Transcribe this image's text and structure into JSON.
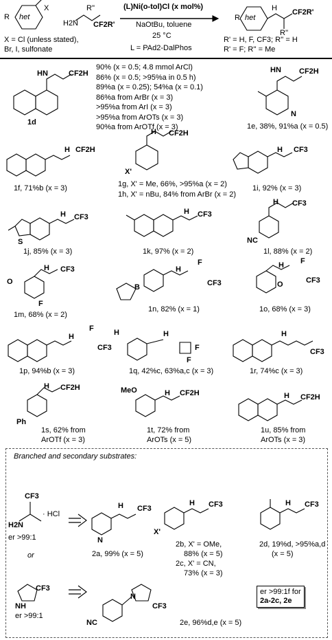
{
  "header": {
    "reagent_top": "(L)Ni(o-tol)Cl (x mol%)",
    "reagent_bottom": "NaOtBu, toluene",
    "temperature": "25 °C",
    "ligand": "L = PAd2-DalPhos",
    "x_note": "X = Cl (unless stated),",
    "x_note2": "Br, I, sulfonate",
    "r_note": "R' = H, F, CF3; R'' = H",
    "r_note2": "R' = F; R'' = Me",
    "sub_label_het": "het",
    "sub_label_x": "X",
    "sub_label_r": "R",
    "amine_r2": "R''",
    "amine_cf2": "CF2R'",
    "amine_h2n": "H2N",
    "prod_cf2": "CF2R'",
    "prod_r2": "R''",
    "prod_hn": "H"
  },
  "compounds": {
    "c1d": {
      "id": "1d",
      "lines": [
        "90% (x = 0.5; 4.8 mmol ArCl)",
        "86% (x = 0.5; >95%a in 0.5 h)",
        "89%a (x = 0.25); 54%a (x = 0.1)",
        "86%a from ArBr (x = 3)",
        ">95%a from ArI (x = 3)",
        ">95%a from ArOTs (x = 3)",
        "90%a from ArOTf (x = 3)"
      ]
    },
    "c1e": "1e, 38%, 91%a (x = 0.5)",
    "c1f": "1f, 71%b (x = 3)",
    "c1g": "1g, X' = Me, 66%, >95%a (x = 2)",
    "c1h": "1h, X' = nBu, 84% from ArBr (x = 2)",
    "c1i": "1i, 92% (x = 3)",
    "c1j": "1j, 85% (x = 3)",
    "c1k": "1k, 97% (x = 2)",
    "c1l": "1l, 88% (x = 2)",
    "c1m": "1m, 68% (x = 2)",
    "c1n": "1n, 82% (x = 1)",
    "c1o": "1o, 68% (x = 3)",
    "c1p": "1p, 94%b (x = 3)",
    "c1q": "1q, 42%c, 63%a,c (x = 3)",
    "c1r": "1r, 74%c (x = 3)",
    "c1s": [
      "1s, 62% from",
      "ArOTf (x = 3)"
    ],
    "c1t": [
      "1t, 72% from",
      "ArOTs (x = 5)"
    ],
    "c1u": [
      "1u, 85% from",
      "ArOTs (x = 3)"
    ],
    "branched_title": "Branched and secondary substrates:",
    "amine1_er": "er >99:1",
    "amine1_hcl": "· HCl",
    "or": "or",
    "amine2_er": "er >99:1",
    "c2a": "2a, 99% (x = 5)",
    "c2b": [
      "2b, X' = OMe,",
      "88% (x = 5)"
    ],
    "c2c": [
      "2c, X' = CN,",
      "73% (x = 3)"
    ],
    "c2d": [
      "2d, 19%d, >95%a,d",
      "(x = 5)"
    ],
    "c2e": "2e, 96%d,e (x = 5)",
    "erbox": [
      "er >99:1f for",
      "2a-2c, 2e"
    ]
  },
  "atoms": {
    "hn": "HN",
    "h": "H",
    "n": "N",
    "nh": "NH",
    "cf2h": "CF2H",
    "cf3": "CF3",
    "f": "F",
    "o": "O",
    "b": "B",
    "s": "S",
    "me": "MeO",
    "ph": "Ph",
    "nc": "NC",
    "xp": "X'"
  }
}
